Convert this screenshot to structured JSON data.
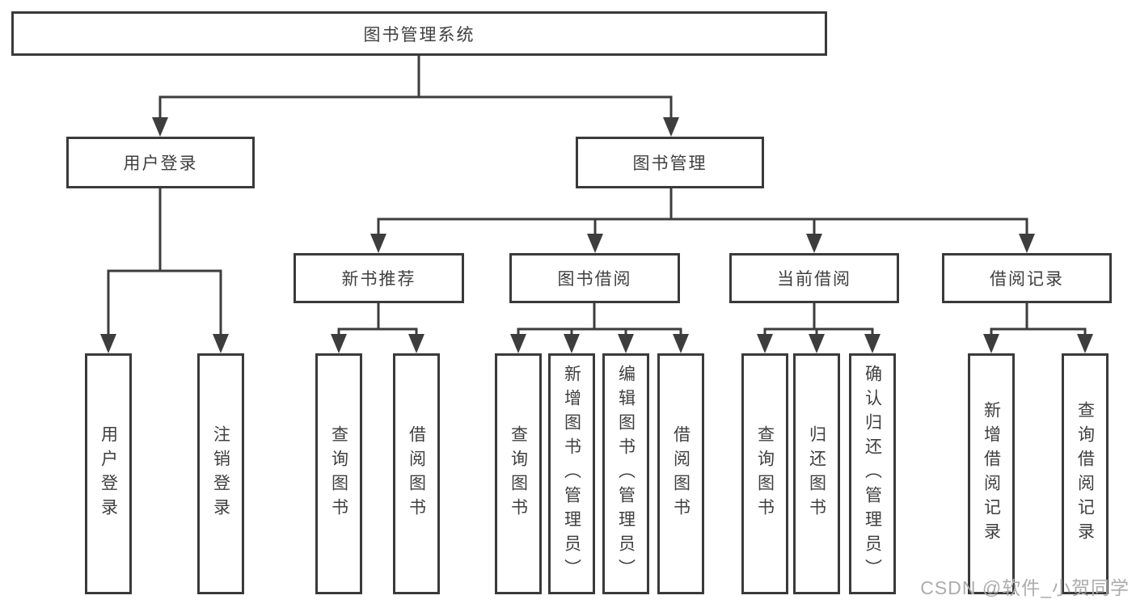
{
  "diagram_title": "图书管理系统",
  "tree": {
    "label": "图书管理系统",
    "children": [
      {
        "label": "用户登录",
        "children": [
          {
            "label": "用户登录"
          },
          {
            "label": "注销登录"
          }
        ]
      },
      {
        "label": "图书管理",
        "children": [
          {
            "label": "新书推荐",
            "children": [
              {
                "label": "查询图书"
              },
              {
                "label": "借阅图书"
              }
            ]
          },
          {
            "label": "图书借阅",
            "children": [
              {
                "label": "查询图书"
              },
              {
                "label": "新增图书（管理员）"
              },
              {
                "label": "编辑图书（管理员）"
              },
              {
                "label": "借阅图书"
              }
            ]
          },
          {
            "label": "当前借阅",
            "children": [
              {
                "label": "查询图书"
              },
              {
                "label": "归还图书"
              },
              {
                "label": "确认归还（管理员）"
              }
            ]
          },
          {
            "label": "借阅记录",
            "children": [
              {
                "label": "新增借阅记录"
              },
              {
                "label": "查询借阅记录"
              }
            ]
          }
        ]
      }
    ]
  },
  "watermark": {
    "text": "CSDN @软件_小贺同学"
  },
  "colors": {
    "line": "#3d3d3d",
    "box_border": "#3a3a3a",
    "text": "#3f3f3f",
    "watermark": "#acacac",
    "background": "#ffffff"
  }
}
